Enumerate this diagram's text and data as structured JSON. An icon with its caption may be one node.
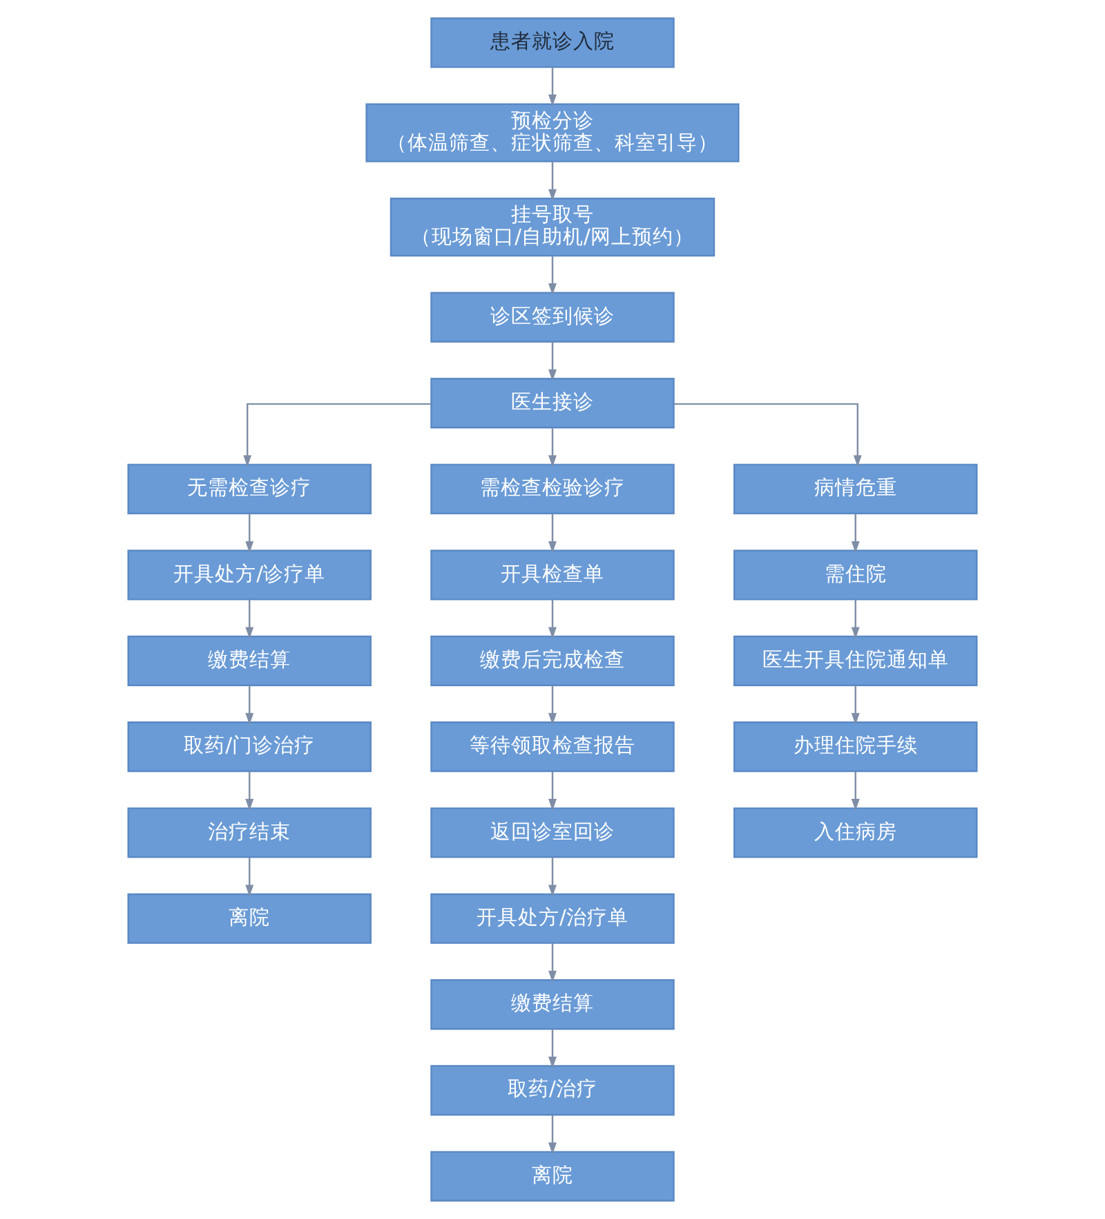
{
  "diagram": {
    "nodes": [
      {
        "text": [
          "患者就诊入院"
        ]
      },
      {
        "text": [
          "预检分诊",
          "（体温筛查、症状筛查、科室引导）"
        ]
      },
      {
        "text": [
          "挂号取号",
          "（现场窗口/自助机/网上预约）"
        ]
      },
      {
        "text": [
          "诊区签到候诊"
        ]
      },
      {
        "text": [
          "医生接诊"
        ]
      },
      {
        "text": [
          "无需检查诊疗"
        ]
      },
      {
        "text": [
          "需检查检验诊疗"
        ]
      },
      {
        "text": [
          "病情危重"
        ]
      },
      {
        "text": [
          "开具处方/诊疗单"
        ]
      },
      {
        "text": [
          "缴费结算"
        ]
      },
      {
        "text": [
          "取药/门诊治疗"
        ]
      },
      {
        "text": [
          "治疗结束"
        ]
      },
      {
        "text": [
          "离院"
        ]
      },
      {
        "text": [
          "开具检查单"
        ]
      },
      {
        "text": [
          "缴费后完成检查"
        ]
      },
      {
        "text": [
          "等待领取检查报告"
        ]
      },
      {
        "text": [
          "返回诊室回诊"
        ]
      },
      {
        "text": [
          "开具处方/治疗单"
        ]
      },
      {
        "text": [
          "缴费结算"
        ]
      },
      {
        "text": [
          "取药/治疗"
        ]
      },
      {
        "text": [
          "离院"
        ]
      },
      {
        "text": [
          "需住院"
        ]
      },
      {
        "text": [
          "医生开具住院通知单"
        ]
      },
      {
        "text": [
          "办理住院手续"
        ]
      },
      {
        "text": [
          "入住病房"
        ]
      }
    ],
    "edges": [
      {
        "from": 0,
        "to": 1,
        "arrow": "to"
      },
      {
        "from": 1,
        "to": 2,
        "arrow": "to"
      },
      {
        "from": 2,
        "to": 3,
        "arrow": "to"
      },
      {
        "from": 3,
        "to": 4,
        "arrow": "to"
      },
      {
        "from": 4,
        "to": 5,
        "arrow": "to"
      },
      {
        "from": 4,
        "to": 6,
        "arrow": "to"
      },
      {
        "from": 4,
        "to": 7,
        "arrow": "to"
      },
      {
        "from": 5,
        "to": 8,
        "arrow": "to"
      },
      {
        "from": 8,
        "to": 9,
        "arrow": "to"
      },
      {
        "from": 9,
        "to": 10,
        "arrow": "to"
      },
      {
        "from": 10,
        "to": 11,
        "arrow": "to"
      },
      {
        "from": 11,
        "to": 12,
        "arrow": "to"
      },
      {
        "from": 6,
        "to": 13,
        "arrow": "to"
      },
      {
        "from": 13,
        "to": 14,
        "arrow": "to"
      },
      {
        "from": 14,
        "to": 15,
        "arrow": "to"
      },
      {
        "from": 15,
        "to": 16,
        "arrow": "to"
      },
      {
        "from": 16,
        "to": 17,
        "arrow": "to"
      },
      {
        "from": 17,
        "to": 18,
        "arrow": "to"
      },
      {
        "from": 18,
        "to": 19,
        "arrow": "to"
      },
      {
        "from": 19,
        "to": 20,
        "arrow": "to"
      },
      {
        "from": 7,
        "to": 21,
        "arrow": "to"
      },
      {
        "from": 21,
        "to": 22,
        "arrow": "to"
      },
      {
        "from": 22,
        "to": 23,
        "arrow": "to"
      },
      {
        "from": 23,
        "to": 24,
        "arrow": "to"
      }
    ]
  }
}
